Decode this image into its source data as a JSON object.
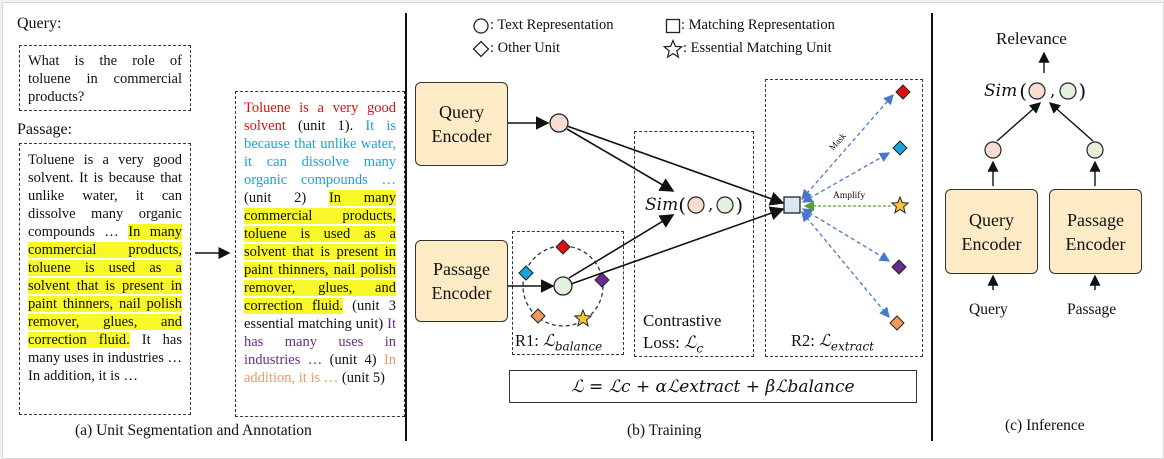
{
  "panel_a": {
    "query_heading": "Query:",
    "query_text": "What is the role of toluene in commercial products?",
    "passage_heading": "Passage:",
    "passage_plain_1": "Toluene is a very good solvent. It is because that unlike water, it can dissolve many organic compounds … ",
    "passage_highlight": "In many commercial products, toluene is used as a solvent that is present in paint thinners, nail polish remover, glues, and correction fluid.",
    "passage_plain_2": " It has many uses in industries … In addition, it is …",
    "unit1_text": "Toluene is a very good solvent",
    "unit1_tag": " (unit 1). ",
    "unit2_text": "It is because that unlike water, it can dissolve many organic compounds …",
    "unit2_tag": " (unit 2) ",
    "unit3_text": "In many commercial products, toluene is used as a solvent that is present in paint thinners, nail polish remover, glues, and correction fluid.",
    "unit3_tag": " (unit 3 essential matching unit) ",
    "unit4_text": "It has many uses in industries …",
    "unit4_tag": " (unit 4) ",
    "unit5_text": "In addition, it is …",
    "unit5_tag": " (unit 5)",
    "caption": "(a) Unit Segmentation and Annotation"
  },
  "panel_b": {
    "legend": {
      "text_rep": ": Text Representation",
      "matching_rep": ": Matching Representation",
      "other_unit": ": Other Unit",
      "essential_unit": ": Essential Matching Unit"
    },
    "query_encoder": [
      "Query",
      "Encoder"
    ],
    "passage_encoder": [
      "Passage",
      "Encoder"
    ],
    "sim_label": "Sim",
    "r1_label": "R1: ",
    "r1_sub": "balance",
    "contrastive_label": "Contrastive",
    "loss_label": "Loss: ",
    "loss_sub": "c",
    "r2_label": "R2: ",
    "r2_sub": "extract",
    "mask_label": "Mask",
    "amplify_label": "Amplify",
    "formula": "ℒ = ℒc + αℒextract + βℒbalance",
    "caption": "(b) Training"
  },
  "panel_c": {
    "relevance": "Relevance",
    "sim_label": "Sim",
    "query_encoder": [
      "Query",
      "Encoder"
    ],
    "passage_encoder": [
      "Passage",
      "Encoder"
    ],
    "query_input": "Query",
    "passage_input": "Passage",
    "caption": "(c) Inference"
  },
  "colors": {
    "encoder_fill": "#fdebc6",
    "text_rep_fill": "#f8ddd0",
    "text_rep_green": "#e3f1dc",
    "matching_rep_fill": "#dbe6f5",
    "red": "#e01010",
    "cyan": "#1aa3d8",
    "purple": "#6a2c8e",
    "orange": "#ef9a5a",
    "star": "#f6c33c",
    "highlight": "#f7f72a",
    "mask_arrow": "#4a78c8",
    "amplify_arrow": "#5aa03a"
  }
}
